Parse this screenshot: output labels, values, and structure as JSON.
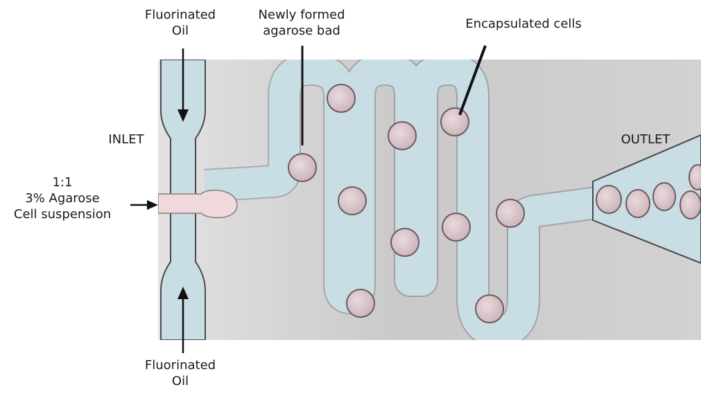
{
  "labels": {
    "oil_top": [
      "Fluorinated",
      "Oil"
    ],
    "bead": [
      "Newly formed",
      "agarose bad"
    ],
    "cells": "Encapsulated cells",
    "inlet": "INLET",
    "outlet": "OUTLET",
    "suspension": [
      "1:1",
      "3% Agarose",
      "Cell suspension"
    ],
    "oil_bottom": [
      "Fluorinated",
      "Oil"
    ]
  },
  "colors": {
    "background_photo": "#cfcfcf",
    "channel_fill": "#c9dde5",
    "channel_edge": "#4a4a4a",
    "droplet_fill": "#dcc7cb",
    "droplet_edge": "#6a5a5e",
    "agarose_stream": "#f0d9dd",
    "arrow": "#111111"
  }
}
